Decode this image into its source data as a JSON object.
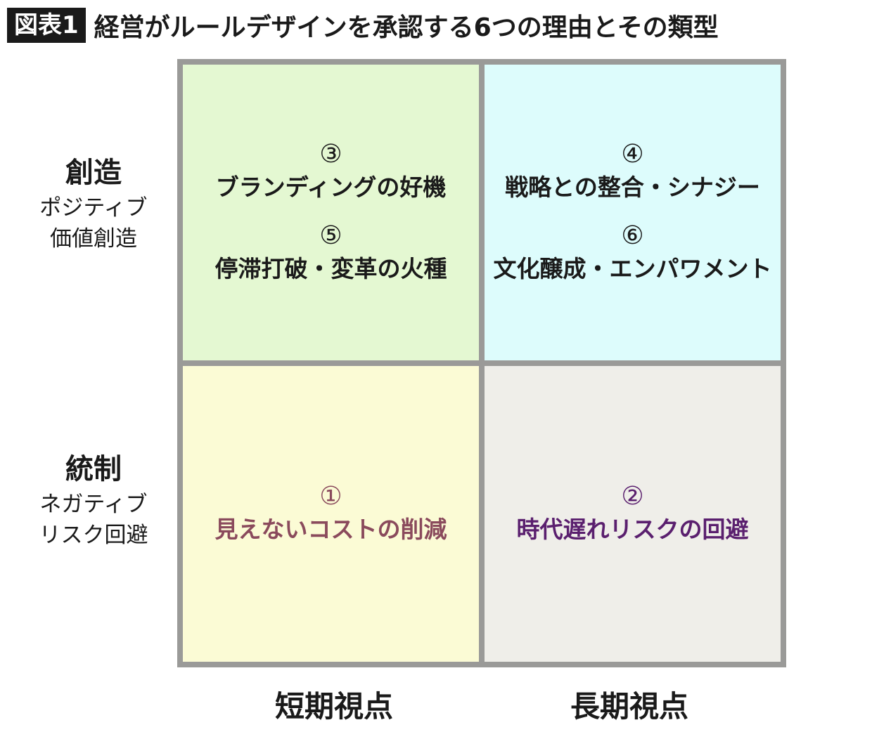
{
  "header": {
    "badge": "図表1",
    "title": "経営がルールデザインを承認する6つの理由とその類型"
  },
  "rows": {
    "top": {
      "main": "創造",
      "sub1": "ポジティブ",
      "sub2": "価値創造"
    },
    "bottom": {
      "main": "統制",
      "sub1": "ネガティブ",
      "sub2": "リスク回避"
    }
  },
  "columns": {
    "left": "短期視点",
    "right": "長期視点"
  },
  "cells": {
    "top_left": [
      {
        "num": "③",
        "text": "ブランディングの好機"
      },
      {
        "num": "⑤",
        "text": "停滞打破・変革の火種"
      }
    ],
    "top_right": [
      {
        "num": "④",
        "text": "戦略との整合・シナジー"
      },
      {
        "num": "⑥",
        "text": "文化醸成・エンパワメント"
      }
    ],
    "bottom_left": [
      {
        "num": "①",
        "text": "見えないコストの削減"
      }
    ],
    "bottom_right": [
      {
        "num": "②",
        "text": "時代遅れリスクの回避"
      }
    ]
  },
  "colors": {
    "top_left_bg": "#e4f8d2",
    "top_right_bg": "#ddfcfc",
    "bottom_left_bg": "#fbfbd5",
    "bottom_right_bg": "#efeee9",
    "grid_border": "#9a9a98",
    "bottom_left_text": "#8a4a5c",
    "bottom_right_text": "#5a1f6e"
  }
}
